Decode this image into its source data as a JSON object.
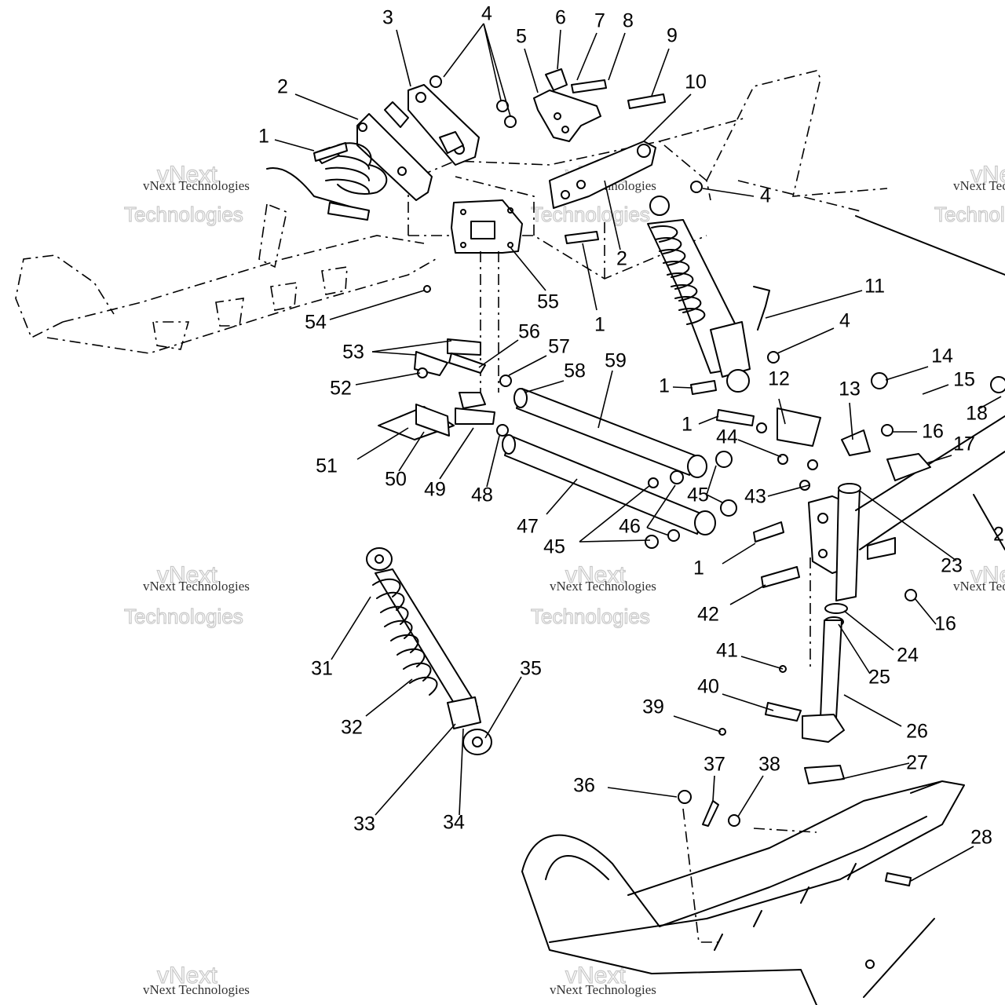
{
  "watermark": {
    "line1": "vNext Technologies",
    "line2": "vNext",
    "line3": "Technologies"
  },
  "callouts": [
    {
      "id": "c1a",
      "label": "1"
    },
    {
      "id": "c2a",
      "label": "2"
    },
    {
      "id": "c3",
      "label": "3"
    },
    {
      "id": "c4a",
      "label": "4"
    },
    {
      "id": "c5",
      "label": "5"
    },
    {
      "id": "c6",
      "label": "6"
    },
    {
      "id": "c7",
      "label": "7"
    },
    {
      "id": "c8",
      "label": "8"
    },
    {
      "id": "c9",
      "label": "9"
    },
    {
      "id": "c10",
      "label": "10"
    },
    {
      "id": "c4b",
      "label": "4"
    },
    {
      "id": "c2b",
      "label": "2"
    },
    {
      "id": "c1b",
      "label": "1"
    },
    {
      "id": "c55",
      "label": "55"
    },
    {
      "id": "c54",
      "label": "54"
    },
    {
      "id": "c11",
      "label": "11"
    },
    {
      "id": "c4c",
      "label": "4"
    },
    {
      "id": "c14",
      "label": "14"
    },
    {
      "id": "c15",
      "label": "15"
    },
    {
      "id": "c18",
      "label": "18"
    },
    {
      "id": "c53",
      "label": "53"
    },
    {
      "id": "c56",
      "label": "56"
    },
    {
      "id": "c57",
      "label": "57"
    },
    {
      "id": "c58",
      "label": "58"
    },
    {
      "id": "c59",
      "label": "59"
    },
    {
      "id": "c52",
      "label": "52"
    },
    {
      "id": "c1c",
      "label": "1"
    },
    {
      "id": "c12",
      "label": "12"
    },
    {
      "id": "c13",
      "label": "13"
    },
    {
      "id": "c16a",
      "label": "16"
    },
    {
      "id": "c1d",
      "label": "1"
    },
    {
      "id": "c44",
      "label": "44"
    },
    {
      "id": "c17",
      "label": "17"
    },
    {
      "id": "c51",
      "label": "51"
    },
    {
      "id": "c50",
      "label": "50"
    },
    {
      "id": "c49",
      "label": "49"
    },
    {
      "id": "c48",
      "label": "48"
    },
    {
      "id": "c47",
      "label": "47"
    },
    {
      "id": "c45a",
      "label": "45"
    },
    {
      "id": "c43",
      "label": "43"
    },
    {
      "id": "c46",
      "label": "46"
    },
    {
      "id": "c45b",
      "label": "45"
    },
    {
      "id": "c1e",
      "label": "1"
    },
    {
      "id": "c23",
      "label": "23"
    },
    {
      "id": "c2c",
      "label": "2"
    },
    {
      "id": "c16b",
      "label": "16"
    },
    {
      "id": "c42",
      "label": "42"
    },
    {
      "id": "c24",
      "label": "24"
    },
    {
      "id": "c41",
      "label": "41"
    },
    {
      "id": "c25",
      "label": "25"
    },
    {
      "id": "c31",
      "label": "31"
    },
    {
      "id": "c40",
      "label": "40"
    },
    {
      "id": "c35",
      "label": "35"
    },
    {
      "id": "c39",
      "label": "39"
    },
    {
      "id": "c26",
      "label": "26"
    },
    {
      "id": "c32",
      "label": "32"
    },
    {
      "id": "c27",
      "label": "27"
    },
    {
      "id": "c37",
      "label": "37"
    },
    {
      "id": "c38",
      "label": "38"
    },
    {
      "id": "c36",
      "label": "36"
    },
    {
      "id": "c33",
      "label": "33"
    },
    {
      "id": "c34",
      "label": "34"
    },
    {
      "id": "c28",
      "label": "28"
    }
  ]
}
